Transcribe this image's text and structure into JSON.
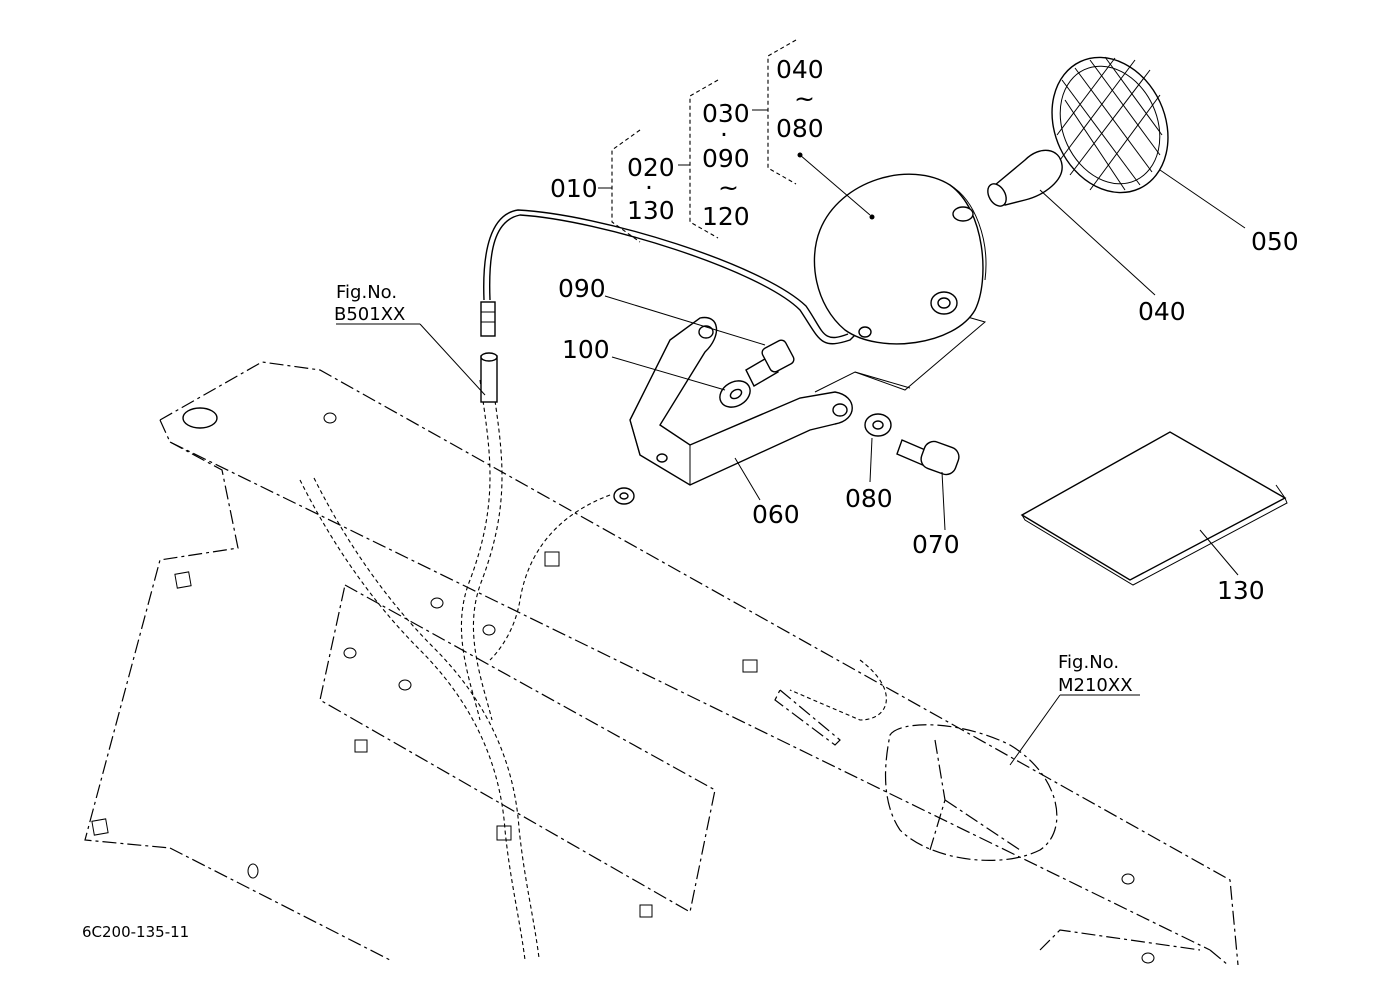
{
  "diagram": {
    "drawing_code": "6C200-135-11",
    "references": [
      {
        "id": "b501",
        "line1": "Fig.No.",
        "line2": "B501XX"
      },
      {
        "id": "m210",
        "line1": "Fig.No.",
        "line2": "M210XX"
      }
    ],
    "part_labels": {
      "p010": "010",
      "p020": "020",
      "p130a": "130",
      "p030": "030",
      "p090a": "090",
      "p120": "120",
      "p040a": "040",
      "p080a": "080",
      "p050": "050",
      "p040b": "040",
      "p090b": "090",
      "p100": "100",
      "p060": "060",
      "p080b": "080",
      "p070": "070",
      "p130b": "130"
    },
    "separators": {
      "dot": "·",
      "tilde": "~"
    }
  }
}
